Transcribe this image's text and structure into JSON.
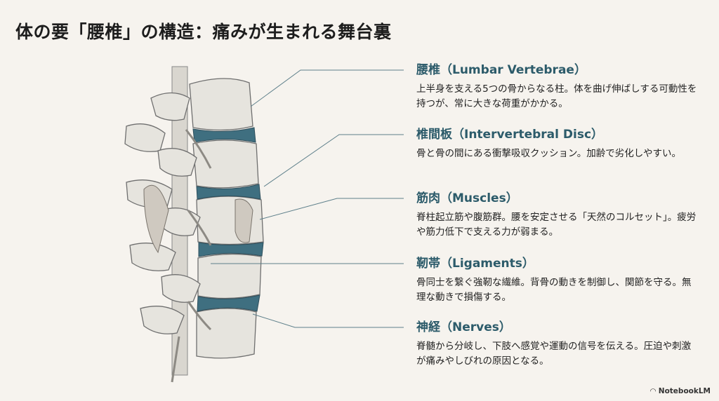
{
  "title": "体の要「腰椎」の構造：痛みが生まれる舞台裏",
  "sections": [
    {
      "heading": "腰椎（Lumbar Vertebrae）",
      "body": "上半身を支える5つの骨からなる柱。体を曲げ伸ばしする可動性を持つが、常に大きな荷重がかかる。"
    },
    {
      "heading": "椎間板（Intervertebral Disc）",
      "body": "骨と骨の間にある衝撃吸収クッション。加齢で劣化しやすい。"
    },
    {
      "heading": "筋肉（Muscles）",
      "body": "脊柱起立筋や腹筋群。腰を安定させる「天然のコルセット」。疲労や筋力低下で支える力が弱まる。"
    },
    {
      "heading": "靭帯（Ligaments）",
      "body": "骨同士を繋ぐ強靭な繊維。背骨の動きを制御し、関節を守る。無理な動きで損傷する。"
    },
    {
      "heading": "神経（Nerves）",
      "body": "脊髄から分岐し、下肢へ感覚や運動の信号を伝える。圧迫や刺激が痛みやしびれの原因となる。"
    }
  ],
  "brand": "NotebookLM",
  "colors": {
    "heading": "#2c5b6a",
    "disc": "#3f6f80",
    "bone": "#e4e2dc",
    "background": "#f6f3ee"
  }
}
